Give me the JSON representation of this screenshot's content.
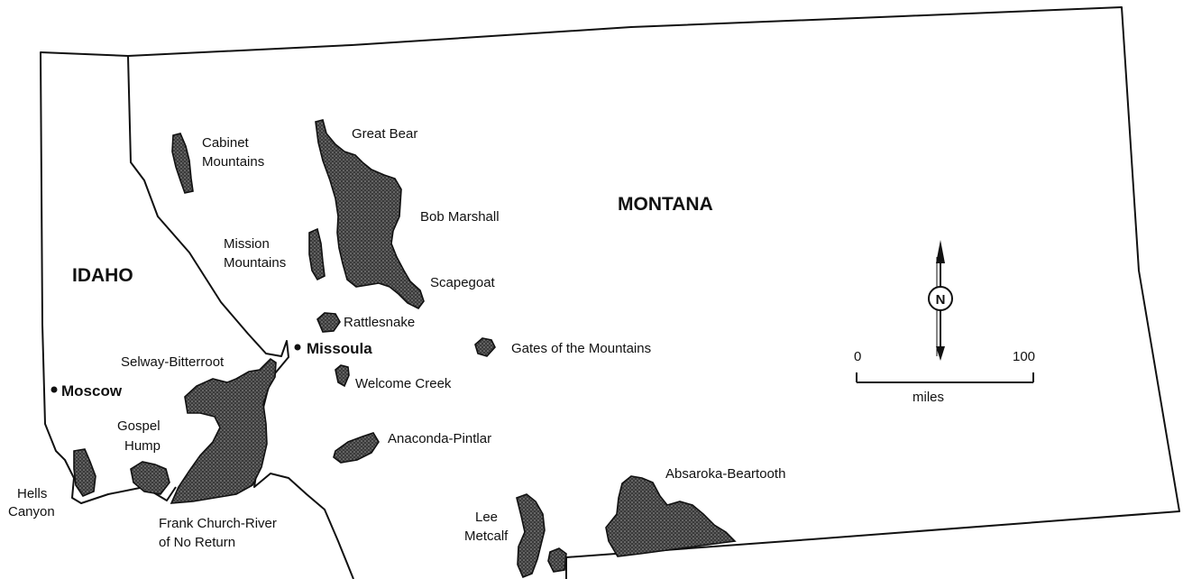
{
  "states": {
    "montana": "MONTANA",
    "idaho": "IDAHO"
  },
  "cities": {
    "missoula": "Missoula",
    "moscow": "Moscow"
  },
  "wilderness_areas": {
    "cabinet": [
      "Cabinet",
      "Mountains"
    ],
    "great_bear": "Great Bear",
    "bob_marshall": "Bob Marshall",
    "mission": [
      "Mission",
      "Mountains"
    ],
    "scapegoat": "Scapegoat",
    "rattlesnake": "Rattlesnake",
    "gates": "Gates of the Mountains",
    "selway": "Selway-Bitterroot",
    "welcome_creek": "Welcome Creek",
    "gospel_hump": [
      "Gospel",
      "Hump"
    ],
    "anaconda": "Anaconda-Pintlar",
    "hells_canyon": [
      "Hells",
      "Canyon"
    ],
    "frank_church": [
      "Frank Church-River",
      "of No Return"
    ],
    "absaroka": "Absaroka-Beartooth",
    "lee_metcalf": [
      "Lee",
      "Metcalf"
    ]
  },
  "scale_bar": {
    "start": "0",
    "end": "100",
    "unit": "miles"
  },
  "compass": {
    "letter": "N"
  },
  "colors": {
    "ink": "#111111",
    "paper": "#ffffff"
  }
}
